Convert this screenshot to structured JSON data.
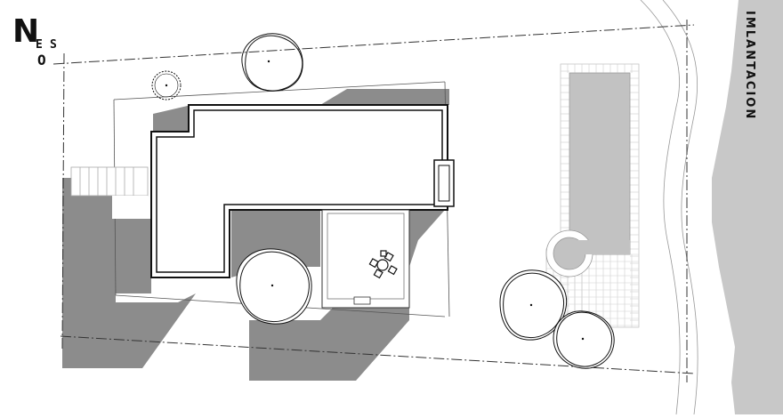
{
  "title": "IMLANTACION",
  "compass": {
    "n": "N",
    "e": "E",
    "s": "S",
    "o": "O"
  },
  "colors": {
    "shadow": "#8c8c8c",
    "poolWater": "#c2c2c2",
    "road": "#c8c8c8",
    "line": "#222222",
    "grid": "#bdbdbd"
  },
  "icons": [
    "tree-icon",
    "palm-icon",
    "table-set-icon"
  ]
}
